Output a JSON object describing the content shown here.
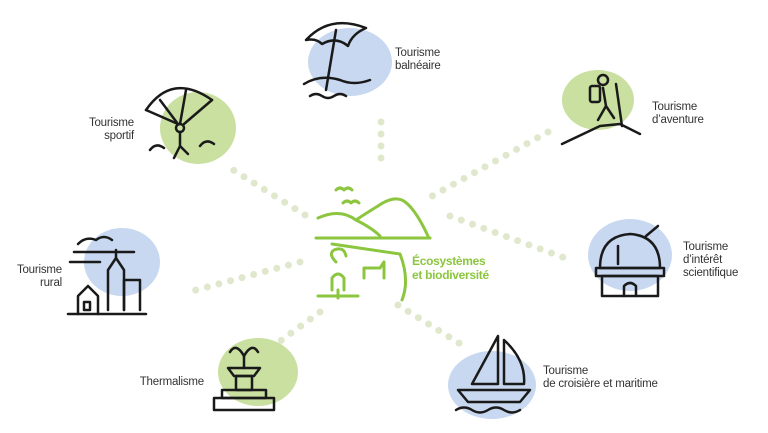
{
  "center": {
    "line1": "Écosystèmes",
    "line2": "et biodiversité"
  },
  "nodes": {
    "balneaire": {
      "line1": "Tourisme",
      "line2": "balnéaire"
    },
    "aventure": {
      "line1": "Tourisme",
      "line2": "d’aventure"
    },
    "scientifique": {
      "line1": "Tourisme",
      "line2": "d’intérêt",
      "line3": "scientifique"
    },
    "croisiere": {
      "line1": "Tourisme",
      "line2": "de croisière et maritime"
    },
    "thermalisme": {
      "line1": "Thermalisme"
    },
    "rural": {
      "line1": "Tourisme",
      "line2": "rural"
    },
    "sportif": {
      "line1": "Tourisme",
      "line2": "sportif"
    }
  },
  "colors": {
    "green": "#8cc63f",
    "dots": "#dfe8cc",
    "blue_blob": "#c7d8f0",
    "green_blob": "#c9e0a0",
    "icon": "#1a1a1a"
  }
}
